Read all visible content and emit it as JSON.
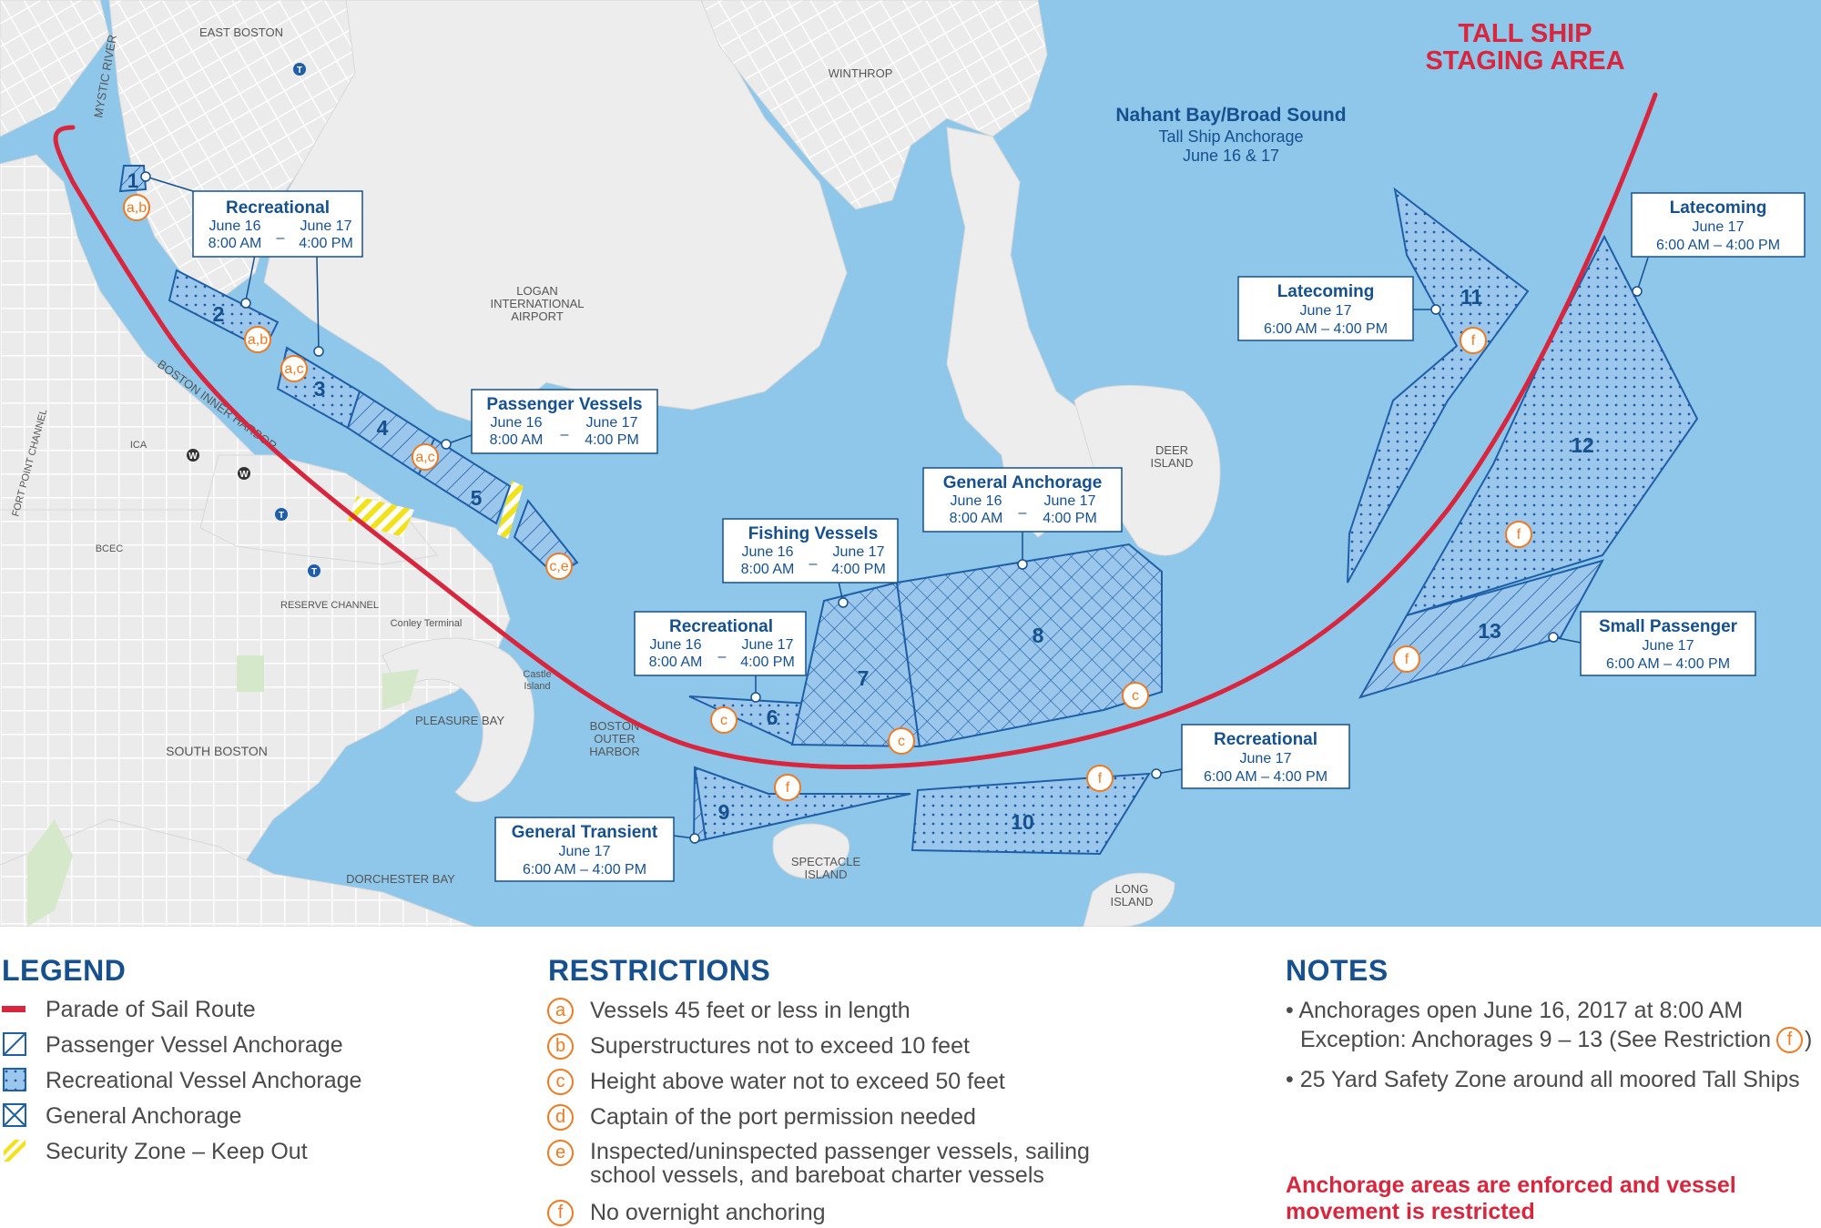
{
  "title": {
    "line1": "TALL SHIP",
    "line2": "STAGING AREA"
  },
  "nahant": {
    "title": "Nahant Bay/Broad Sound",
    "line1": "Tall Ship Anchorage",
    "line2": "June 16 & 17"
  },
  "places": {
    "east_boston": "EAST BOSTON",
    "winthrop": "WINTHROP",
    "mystic_river": "MYSTIC RIVER",
    "logan1": "LOGAN",
    "logan2": "INTERNATIONAL",
    "logan3": "AIRPORT",
    "inner_harbor": "BOSTON INNER HARBOR",
    "fort_point": "FORT POINT CHANNEL",
    "ica": "ICA",
    "bcec": "BCEC",
    "reserve_channel": "RESERVE CHANNEL",
    "conley": "Conley Terminal",
    "castle1": "Castle",
    "castle2": "Island",
    "pleasure_bay": "PLEASURE BAY",
    "south_boston": "SOUTH BOSTON",
    "outer1": "BOSTON",
    "outer2": "OUTER",
    "outer3": "HARBOR",
    "dorchester_bay": "DORCHESTER BAY",
    "spectacle1": "SPECTACLE",
    "spectacle2": "ISLAND",
    "long1": "LONG",
    "long2": "ISLAND",
    "deer1": "DEER",
    "deer2": "ISLAND",
    "t_symbol": "T",
    "w_symbol": "W"
  },
  "zones": [
    "1",
    "2",
    "3",
    "4",
    "5",
    "6",
    "7",
    "8",
    "9",
    "10",
    "11",
    "12",
    "13"
  ],
  "tags": {
    "z1": "a,b",
    "z2": "a,b",
    "z3": "a,c",
    "z4": "a,c",
    "z5": "c,e",
    "z6": "c",
    "z7": "c",
    "z8": "c",
    "z9": "f",
    "z10": "f",
    "z11": "f",
    "z12": "f",
    "z13": "f"
  },
  "callouts": {
    "rec1": {
      "title": "Recreational",
      "d1": "June 16",
      "d2": "June 17",
      "t1": "8:00 AM",
      "t2": "4:00 PM",
      "dash": "–"
    },
    "pass": {
      "title": "Passenger Vessels",
      "d1": "June 16",
      "d2": "June 17",
      "t1": "8:00 AM",
      "t2": "4:00 PM",
      "dash": "–"
    },
    "fish": {
      "title": "Fishing Vessels",
      "d1": "June 16",
      "d2": "June 17",
      "t1": "8:00 AM",
      "t2": "4:00 PM",
      "dash": "–"
    },
    "gen": {
      "title": "General Anchorage",
      "d1": "June 16",
      "d2": "June 17",
      "t1": "8:00 AM",
      "t2": "4:00 PM",
      "dash": "–"
    },
    "rec6": {
      "title": "Recreational",
      "d1": "June 16",
      "d2": "June 17",
      "t1": "8:00 AM",
      "t2": "4:00 PM",
      "dash": "–"
    },
    "trans": {
      "title": "General Transient",
      "d": "June 17",
      "t": "6:00 AM – 4:00 PM"
    },
    "rec10": {
      "title": "Recreational",
      "d": "June 17",
      "t": "6:00 AM – 4:00 PM"
    },
    "late11": {
      "title": "Latecoming",
      "d": "June 17",
      "t": "6:00 AM – 4:00 PM"
    },
    "late12": {
      "title": "Latecoming",
      "d": "June 17",
      "t": "6:00 AM – 4:00 PM"
    },
    "small": {
      "title": "Small Passenger",
      "d": "June 17",
      "t": "6:00 AM – 4:00 PM"
    }
  },
  "legend": {
    "title": "LEGEND",
    "items": [
      "Parade of Sail Route",
      "Passenger Vessel Anchorage",
      "Recreational Vessel Anchorage",
      "General Anchorage",
      "Security Zone – Keep Out"
    ]
  },
  "restrictions": {
    "title": "RESTRICTIONS",
    "items": [
      {
        "code": "a",
        "text": "Vessels 45 feet or less in length"
      },
      {
        "code": "b",
        "text": "Superstructures not to exceed 10 feet"
      },
      {
        "code": "c",
        "text": "Height above water not to exceed 50 feet"
      },
      {
        "code": "d",
        "text": "Captain of the port permission needed"
      },
      {
        "code": "e",
        "text": "Inspected/uninspected passenger vessels, sailing school vessels, and bareboat charter vessels"
      },
      {
        "code": "f",
        "text": "No overnight anchoring"
      }
    ]
  },
  "notes": {
    "title": "NOTES",
    "n1a": "• Anchorages open June 16, 2017 at 8:00 AM",
    "n1b": "Exception: Anchorages 9 – 13 (See Restriction",
    "n1code": "f",
    "n1end": ")",
    "n2": "• 25 Yard Safety Zone around all moored Tall Ships",
    "warning1": "Anchorage areas are enforced and vessel",
    "warning2": "movement is restricted"
  },
  "colors": {
    "water": "#8ec7ea",
    "land": "#eeeeee",
    "route": "#d7263d",
    "zone": "#1f5fa8",
    "tag": "#ef7a22",
    "security": "#f2e21c",
    "heading": "#16508f"
  }
}
